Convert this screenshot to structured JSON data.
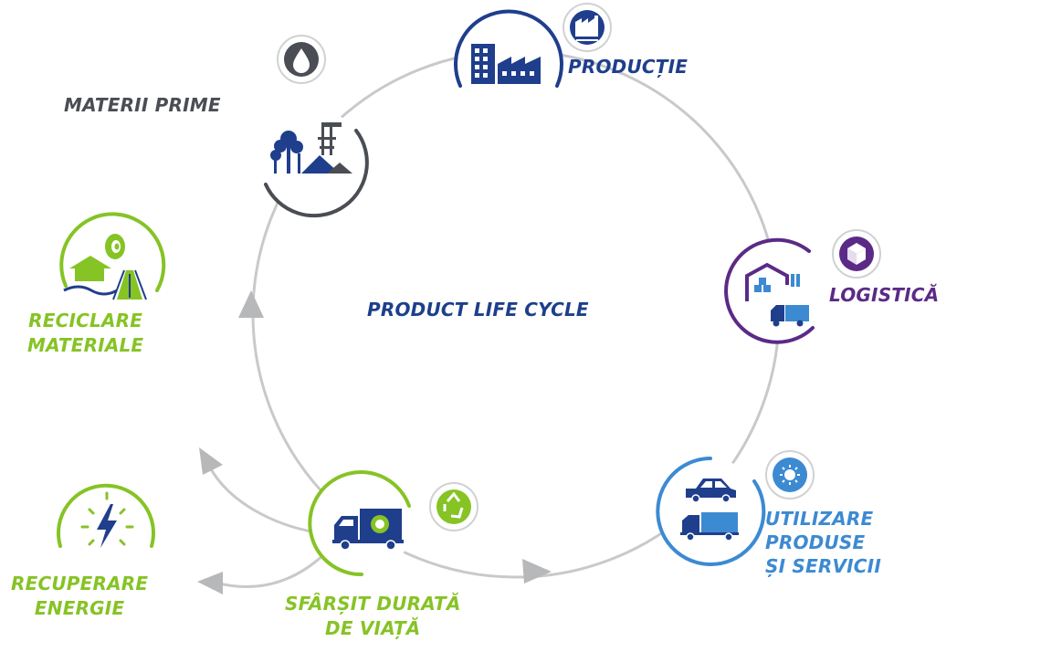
{
  "title": "PRODUCT LIFE CYCLE",
  "colors": {
    "ring": "#c8c9cb",
    "arrow": "#b7b8ba",
    "navy": "#1f3e8c",
    "gray": "#4a4d54",
    "purple": "#5b2a86",
    "blue": "#3c8ad2",
    "green": "#86c325"
  },
  "stages": [
    {
      "id": "materii-prime",
      "lines": [
        "MATERII PRIME"
      ],
      "icon": "trees-oil-pump-icon",
      "badge_icon": "water-drop-icon"
    },
    {
      "id": "productie",
      "lines": [
        "PRODUCȚIE"
      ],
      "icon": "factory-buildings-icon",
      "badge_icon": "factory-icon"
    },
    {
      "id": "logistica",
      "lines": [
        "LOGISTICĂ"
      ],
      "icon": "warehouse-truck-icon",
      "badge_icon": "package-icon"
    },
    {
      "id": "utilizare",
      "lines": [
        "UTILIZARE",
        "PRODUSE",
        "ȘI SERVICII"
      ],
      "icon": "car-truck-icon",
      "badge_icon": "headlight-icon"
    },
    {
      "id": "sfarsit",
      "lines": [
        "SFÂRȘIT DURATĂ",
        "DE VIAȚĂ"
      ],
      "icon": "recycling-truck-icon",
      "badge_icon": "recycle-icon"
    },
    {
      "id": "reciclare",
      "lines": [
        "RECICLARE",
        "MATERIALE"
      ],
      "icon": "tire-house-road-icon"
    },
    {
      "id": "recuperare",
      "lines": [
        "RECUPERARE",
        "ENERGIE"
      ],
      "icon": "lightning-bolt-icon"
    }
  ]
}
